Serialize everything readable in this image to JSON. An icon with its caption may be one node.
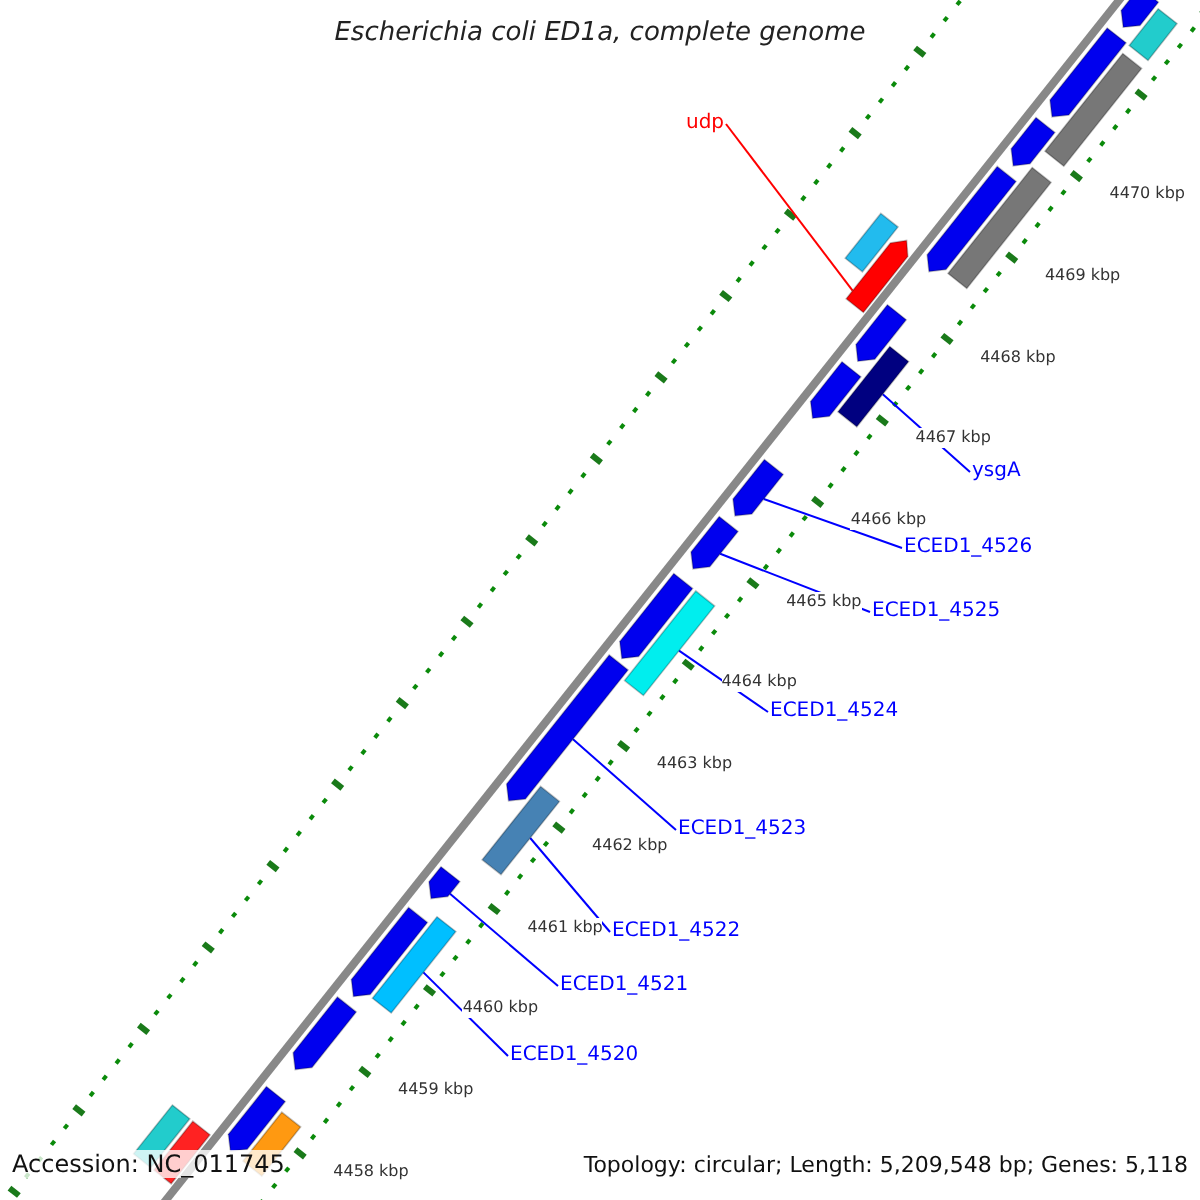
{
  "diagram": {
    "title": "Escherichia coli ED1a, complete genome",
    "nodes": [
      {
        "text": [
          "udp"
        ]
      },
      {
        "text": [],
        "shape": "arrow"
      },
      {
        "text": [
          "ysgA"
        ]
      },
      {
        "text": [],
        "shape": "box"
      },
      {
        "text": [
          "ECED1_4526"
        ]
      },
      {
        "text": [],
        "shape": "arrow"
      },
      {
        "text": [
          "ECED1_4525"
        ]
      },
      {
        "text": [],
        "shape": "arrow"
      },
      {
        "text": [
          "ECED1_4524"
        ]
      },
      {
        "text": [],
        "shape": "box"
      },
      {
        "text": [
          "ECED1_4523"
        ]
      },
      {
        "text": [],
        "shape": "arrow"
      },
      {
        "text": [
          "ECED1_4522"
        ]
      },
      {
        "text": [],
        "shape": "box"
      },
      {
        "text": [
          "ECED1_4521"
        ]
      },
      {
        "text": [],
        "shape": "arrow"
      },
      {
        "text": [
          "ECED1_4520"
        ]
      },
      {
        "text": [],
        "shape": "box"
      },
      {
        "text": [],
        "shape": "arrow"
      },
      {
        "text": [],
        "shape": "box"
      },
      {
        "text": [],
        "shape": "arrow"
      },
      {
        "text": [],
        "shape": "box"
      },
      {
        "text": [],
        "shape": "arrow"
      },
      {
        "text": [],
        "shape": "arrow"
      },
      {
        "text": [],
        "shape": "box"
      },
      {
        "text": [],
        "shape": "box"
      },
      {
        "text": [],
        "shape": "arrow"
      },
      {
        "text": [],
        "shape": "arrow"
      },
      {
        "text": [],
        "shape": "arrow"
      },
      {
        "text": [],
        "shape": "arrow"
      },
      {
        "text": [],
        "shape": "arrow"
      },
      {
        "text": [],
        "shape": "arrow"
      },
      {
        "text": [],
        "shape": "box"
      },
      {
        "text": [],
        "shape": "box"
      },
      {
        "text": [],
        "shape": "box"
      }
    ],
    "edges": [
      {
        "from": 0,
        "to": 1,
        "arrow": "none",
        "color": "#ff0000"
      },
      {
        "from": 2,
        "to": 3,
        "arrow": "none"
      },
      {
        "from": 4,
        "to": 5,
        "arrow": "none"
      },
      {
        "from": 6,
        "to": 7,
        "arrow": "none"
      },
      {
        "from": 8,
        "to": 9,
        "arrow": "none"
      },
      {
        "from": 10,
        "to": 11,
        "arrow": "none"
      },
      {
        "from": 12,
        "to": 13,
        "arrow": "none"
      },
      {
        "from": 14,
        "to": 15,
        "arrow": "none"
      },
      {
        "from": 16,
        "to": 17,
        "arrow": "none"
      }
    ],
    "labels": [
      "4470 kbp",
      "4469 kbp",
      "4468 kbp",
      "4467 kbp",
      "4466 kbp",
      "4465 kbp",
      "4464 kbp",
      "4463 kbp",
      "4462 kbp",
      "4461 kbp",
      "4460 kbp",
      "4459 kbp",
      "4458 kbp",
      "Accession: NC_011745",
      "Topology: circular; Length: 5,209,548 bp; Genes: 5,118"
    ]
  }
}
